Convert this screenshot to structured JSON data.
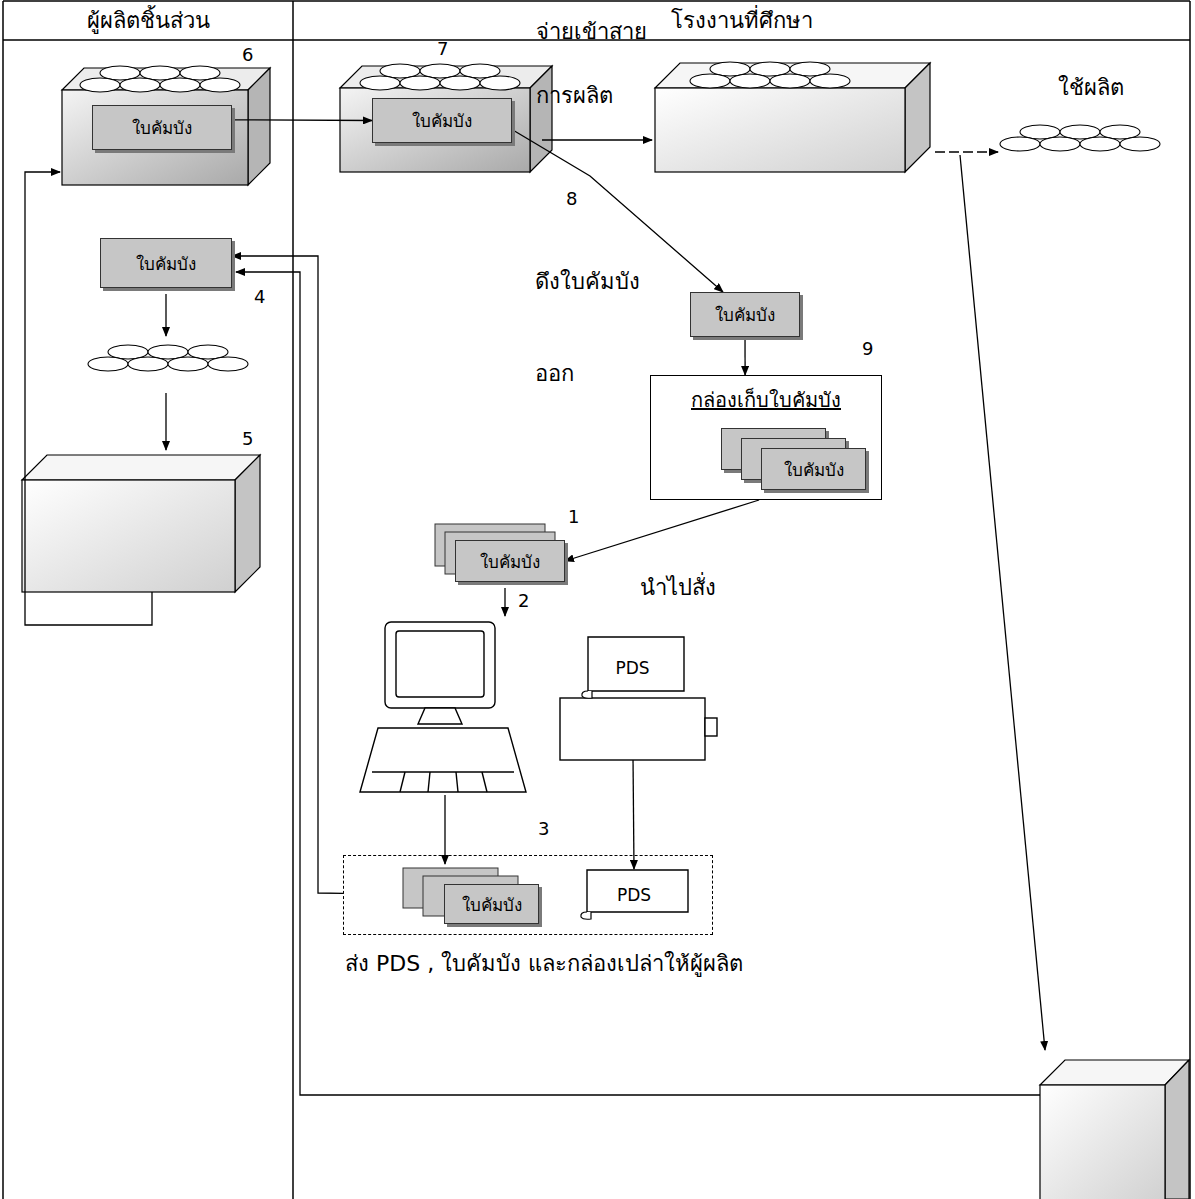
{
  "diagram": {
    "nodes": [
      {
        "text": [
          "ผู้ผลิตชิ้นส่วน"
        ]
      },
      {
        "text": [
          "โรงงานที่ศึกษา"
        ]
      },
      {
        "text": [
          "ใบคัมบัง"
        ]
      },
      {
        "text": [
          "ใบคัมบัง"
        ]
      },
      {
        "text": [
          "ใบคัมบัง"
        ]
      },
      {
        "text": [
          "ใบคัมบัง"
        ]
      },
      {
        "text": [
          "กล่องเก็บใบคัมบัง"
        ]
      },
      {
        "text": [
          "ใบคัมบัง"
        ],
        "in": 6
      },
      {
        "text": [
          "ใบคัมบัง"
        ]
      },
      {
        "text": [
          "PDS"
        ]
      },
      {
        "text": []
      },
      {
        "text": [
          "ใบคัมบัง"
        ],
        "in": 10
      },
      {
        "text": [
          "PDS"
        ],
        "in": 10
      }
    ],
    "edges": [
      {
        "from": 2,
        "to": 3,
        "arrow": "to"
      },
      {
        "from": 3,
        "to": 5,
        "arrow": "to"
      },
      {
        "from": 5,
        "to": 6,
        "arrow": "to"
      },
      {
        "from": 6,
        "to": 8,
        "arrow": "to"
      },
      {
        "from": 9,
        "to": 12,
        "arrow": "to"
      },
      {
        "from": 10,
        "to": 4,
        "arrow": "to"
      }
    ],
    "labels": [
      "6",
      "7",
      "จ่ายเข้าสาย การผลิต",
      "ใช้ผลิต",
      "8",
      "ดึงใบคัมบัง ออก",
      "4",
      "9",
      "5",
      "1",
      "นำไปสั่ง",
      "2",
      "3",
      "ส่ง PDS , ใบคัมบัง และกล่องเปล่าให้ผู้ผลิต"
    ]
  }
}
